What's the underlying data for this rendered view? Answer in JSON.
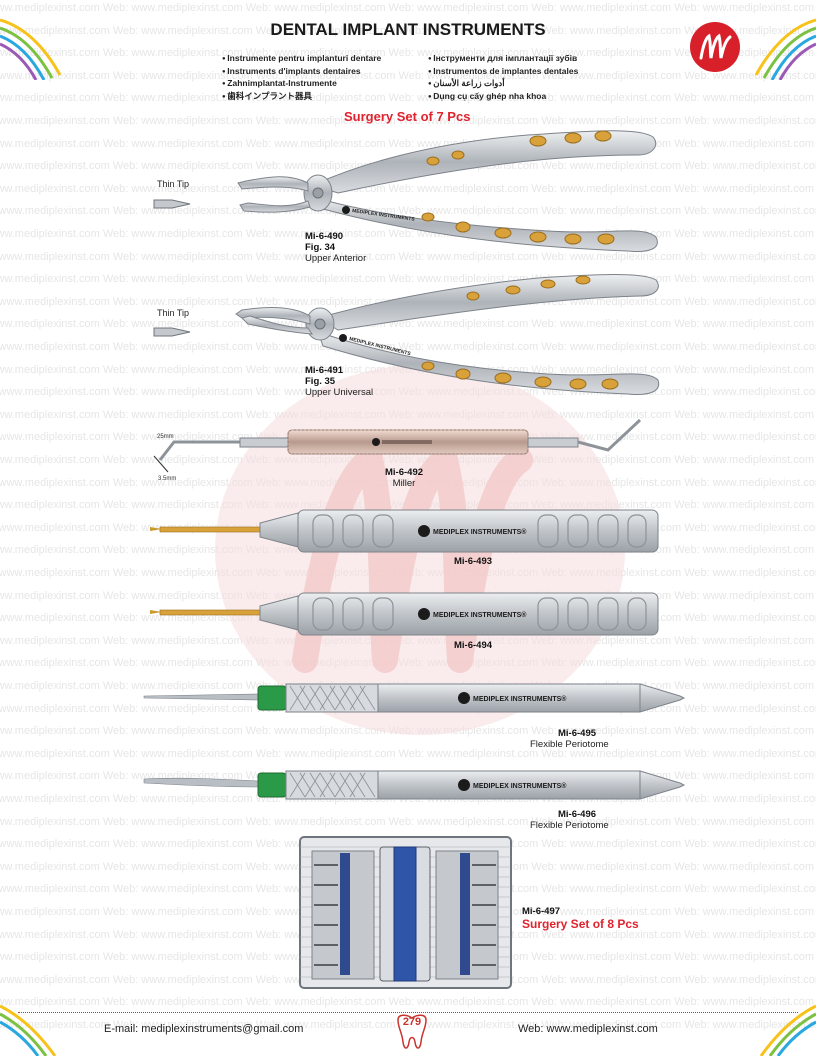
{
  "header": {
    "title": "DENTAL IMPLANT INSTRUMENTS",
    "languages_left": [
      "Instrumente pentru implanturi dentare",
      "Instruments d'implants dentaires",
      "Zahnimplantat-Instrumente",
      "歯科インプラント器具"
    ],
    "languages_right": [
      "Інструменти для імплантації зубів",
      "Instrumentos de implantes dentales",
      "أدوات زراعة الأسنان",
      "Dụng cụ cấy ghép nha khoa"
    ],
    "set_title_top": "Surgery Set of 7 Pcs"
  },
  "watermark": {
    "text": "www.mediplexinst.com",
    "prefix": "Web:"
  },
  "products": [
    {
      "code": "Mi-6-490",
      "fig": "Fig. 34",
      "desc": "Upper Anterior",
      "tip_label": "Thin Tip"
    },
    {
      "code": "Mi-6-491",
      "fig": "Fig. 35",
      "desc": "Upper Universal",
      "tip_label": "Thin Tip"
    },
    {
      "code": "Mi-6-492",
      "desc": "Miller",
      "dim_a": "25mm",
      "dim_b": "3.5mm"
    },
    {
      "code": "Mi-6-493"
    },
    {
      "code": "Mi-6-494"
    },
    {
      "code": "Mi-6-495",
      "desc": "Flexible Periotome"
    },
    {
      "code": "Mi-6-496",
      "desc": "Flexible Periotome"
    },
    {
      "code": "Mi-6-497",
      "set_title": "Surgery Set of 8 Pcs"
    }
  ],
  "brand": {
    "name": "MEDIPLEX INSTRUMENTS",
    "mark": "®",
    "logo_icon": "mediplex-logo-icon"
  },
  "footer": {
    "email": "E-mail: mediplexinstruments@gmail.com",
    "web": "Web:  www.mediplexinst.com",
    "page": "279"
  },
  "colors": {
    "accent_red": "#e0232e",
    "gold": "#d9a13a",
    "steel": "#b8bcc2"
  }
}
